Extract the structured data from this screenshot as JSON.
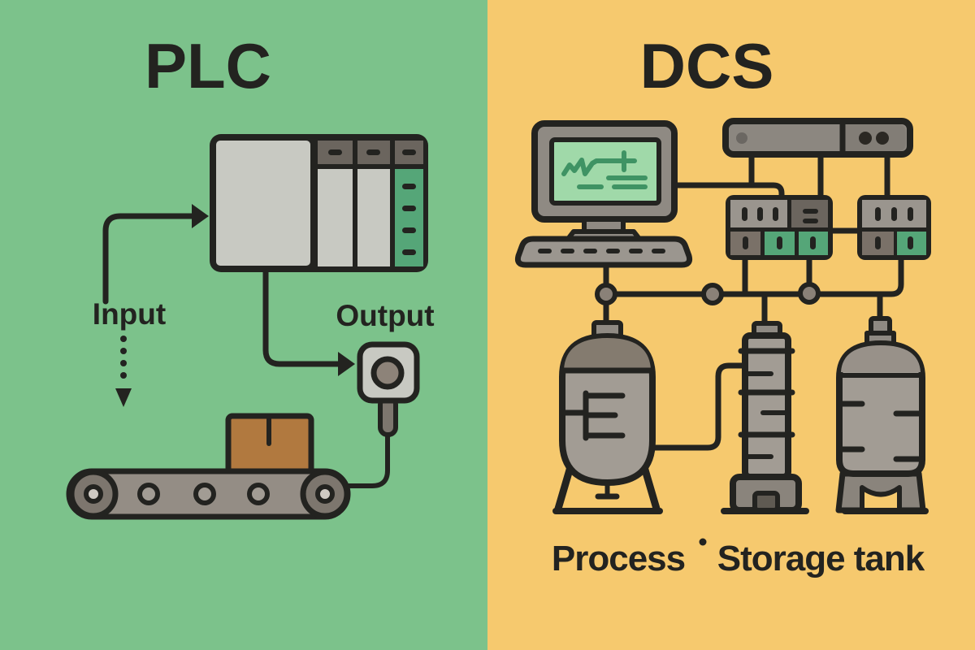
{
  "plc_panel": {
    "title": "PLC",
    "input_label": "Input",
    "output_label": "Output"
  },
  "dcs_panel": {
    "title": "DCS",
    "process_label": "Process",
    "storage_label": "Storage tank"
  },
  "icons": {
    "plc_controller": "plc-controller-icon (modular rack with CPU + 3 I/O slots)",
    "input_arrow": "right-arrow-icon",
    "input_flow": "dashed-down-arrow-icon",
    "output_arrow": "right-arrow-icon",
    "power_plug": "power-plug-icon",
    "conveyor": "conveyor-belt-icon with cardboard box",
    "workstation": "operator-workstation-icon (monitor with trend chart + keyboard)",
    "server": "server-rack-icon",
    "io_modules": "io-module-cluster-icon",
    "bus_node": "network-bus-node-dot",
    "process_tank": "process-tank-icon",
    "column": "distillation-column-icon",
    "storage_tank": "storage-tank-icon"
  },
  "colors": {
    "ink": "#232320",
    "green_bg": "#7cc28b",
    "yellow_bg": "#f6c96e",
    "light_gray": "#c8c9c2",
    "mid_gray": "#9a958e",
    "frame_gray": "#8f8a83",
    "dark_taupe": "#6b655e",
    "cell_taupe": "#7a7168",
    "module_green": "#55a678",
    "screen_green": "#a0d9a9",
    "trend_green": "#3f9364",
    "tank_gray": "#a29c94",
    "tank_dome": "#847b6f",
    "dome_light": "#989189",
    "base_gray": "#8a847c",
    "door_gray": "#5f5a52",
    "belt_gray": "#948d85",
    "pulley_gray": "#7d766e",
    "roller_hole": "#cfcac3",
    "box_brown": "#b1793f",
    "node_gray": "#8a8178",
    "server_gray": "#8c8780",
    "server_dark": "#827d76",
    "keyboard_gray": "#9b968f",
    "plug_hole": "#8d8379",
    "dot_dark": "#2b2823",
    "dot_gray": "#6b6762"
  }
}
